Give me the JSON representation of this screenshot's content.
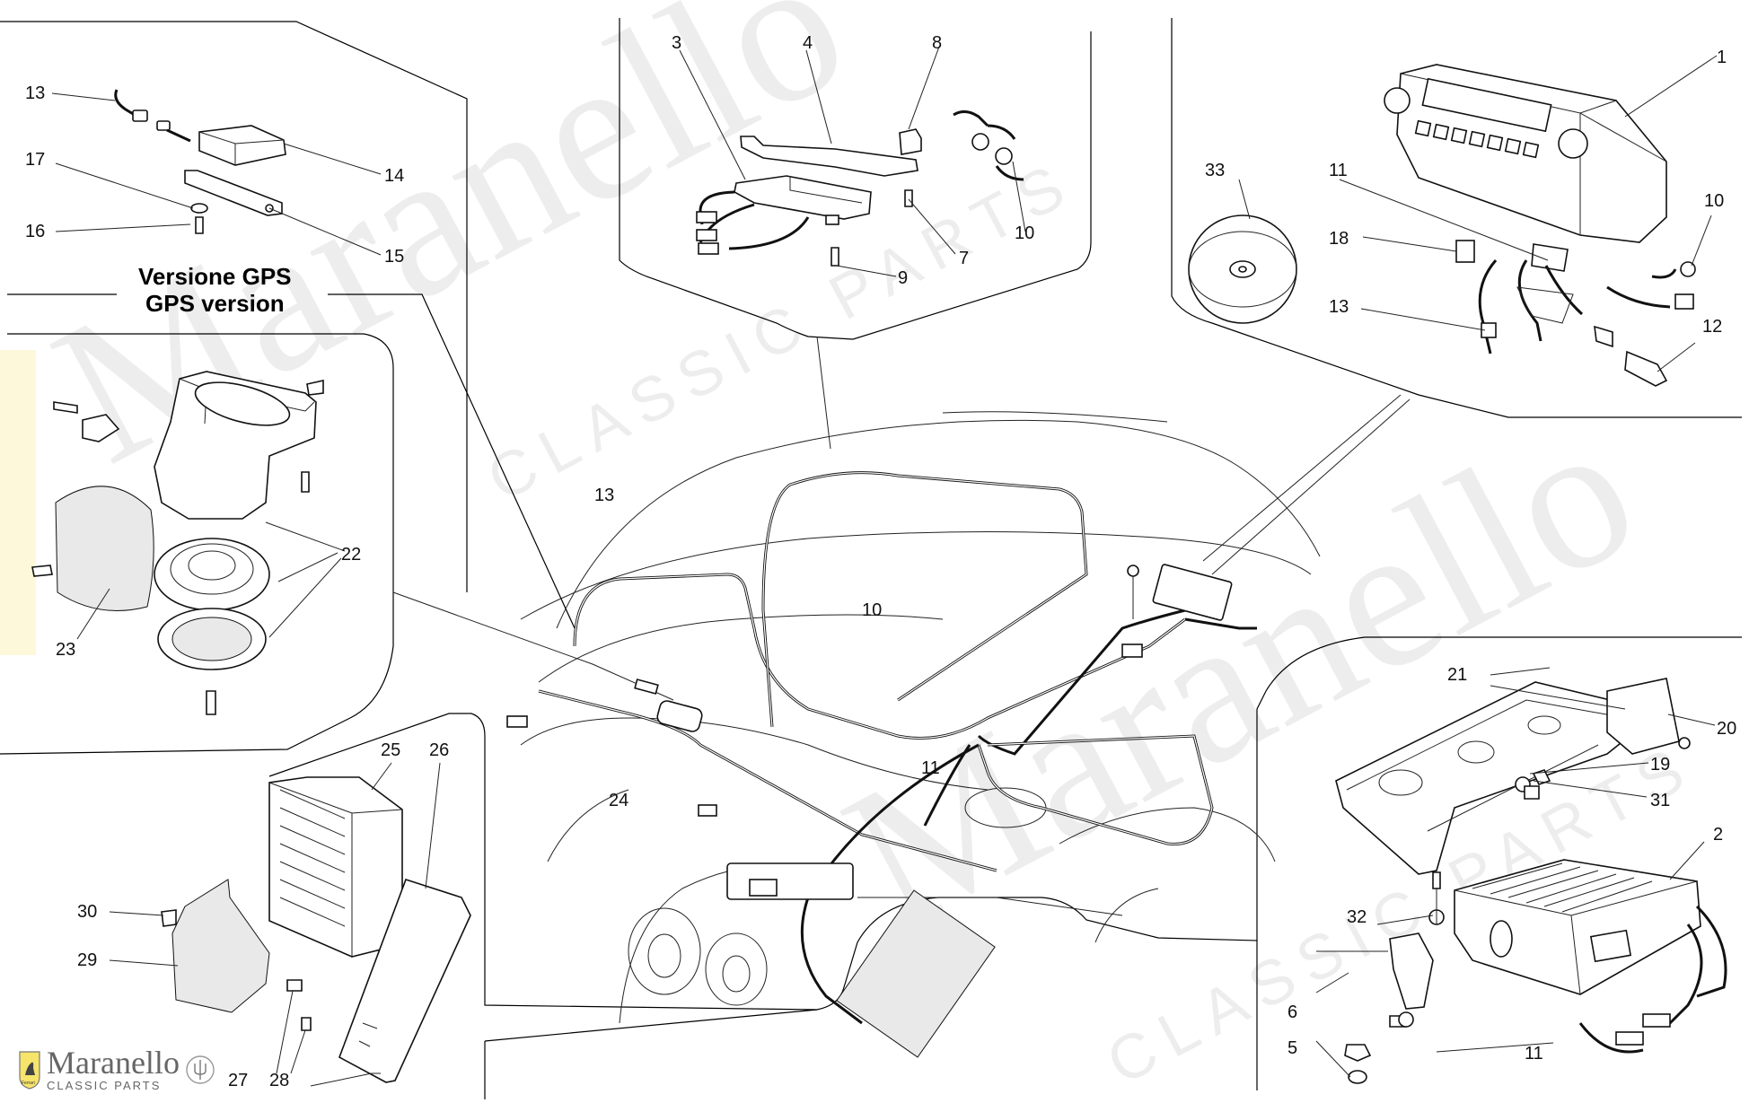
{
  "captions": {
    "line1": "Versione GPS",
    "line2": "GPS version"
  },
  "callouts": {
    "c1": "1",
    "c2": "2",
    "c3": "3",
    "c4": "4",
    "c5": "5",
    "c6": "6",
    "c7": "7",
    "c8": "8",
    "c9": "9",
    "c10_a": "10",
    "c10_b": "10",
    "c10_c": "10",
    "c11_a": "11",
    "c11_b": "11",
    "c11_c": "11",
    "c12": "12",
    "c13_a": "13",
    "c13_b": "13",
    "c13_c": "13",
    "c14": "14",
    "c15": "15",
    "c16": "16",
    "c17": "17",
    "c18": "18",
    "c19": "19",
    "c20": "20",
    "c21": "21",
    "c22": "22",
    "c23": "23",
    "c24": "24",
    "c25": "25",
    "c26": "26",
    "c27": "27",
    "c28": "28",
    "c29": "29",
    "c30": "30",
    "c31": "31",
    "c32": "32",
    "c33": "33"
  },
  "watermark": {
    "brand": "Maranello",
    "sub": "CLASSIC PARTS"
  },
  "logo": {
    "brand": "Maranello",
    "sub": "CLASSIC PARTS",
    "mark": "Ferrari",
    "badge_icon": "prancing-horse-shield-icon",
    "emblem_icon": "trident-emblem-icon"
  }
}
